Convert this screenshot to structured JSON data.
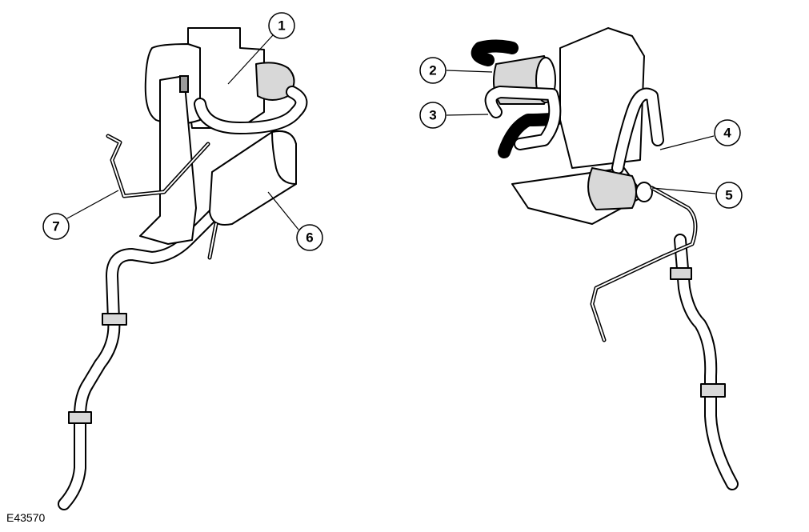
{
  "figure_id": "E43570",
  "callouts": [
    {
      "number": "1"
    },
    {
      "number": "2"
    },
    {
      "number": "3"
    },
    {
      "number": "4"
    },
    {
      "number": "5"
    },
    {
      "number": "6"
    },
    {
      "number": "7"
    }
  ]
}
